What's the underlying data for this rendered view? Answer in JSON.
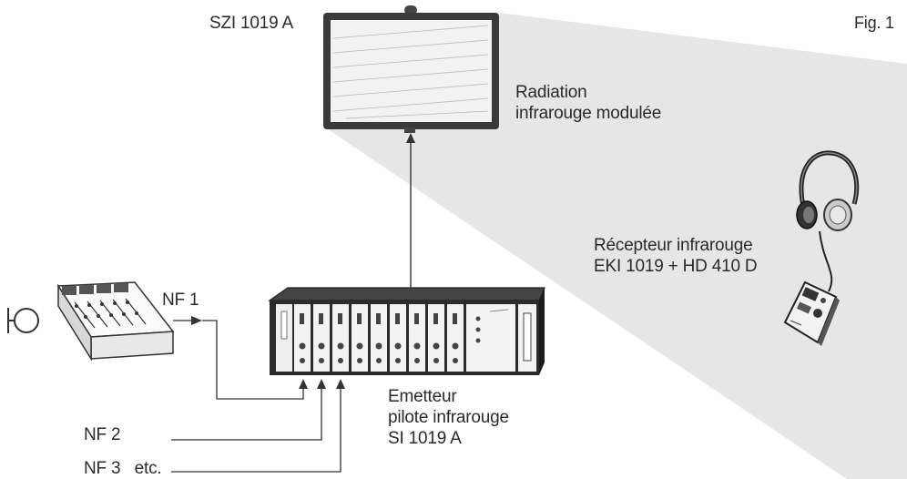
{
  "figure": {
    "number_label": "Fig. 1"
  },
  "labels": {
    "panel": "SZI 1019 A",
    "radiation_line1": "Radiation",
    "radiation_line2": "infrarouge modulée",
    "receiver_line1": "Récepteur infrarouge",
    "receiver_line2": "EKI 1019 + HD 410 D",
    "input1": "NF 1",
    "input2": "NF 2",
    "input3": "NF 3",
    "input3_suffix": "etc.",
    "emitter_line1": "Emetteur",
    "emitter_line2": "pilote infrarouge",
    "emitter_line3": "SI 1019 A"
  },
  "colors": {
    "ink": "#2a2a2a",
    "beam": "#e6e6e6",
    "panel_face": "#f4f4f4",
    "device_dark": "#2b2b2b"
  },
  "icons": [
    "microphone-icon",
    "mixing-console-icon",
    "infrared-radiator-icon",
    "emitter-rack-icon",
    "headphones-icon",
    "receiver-icon"
  ]
}
